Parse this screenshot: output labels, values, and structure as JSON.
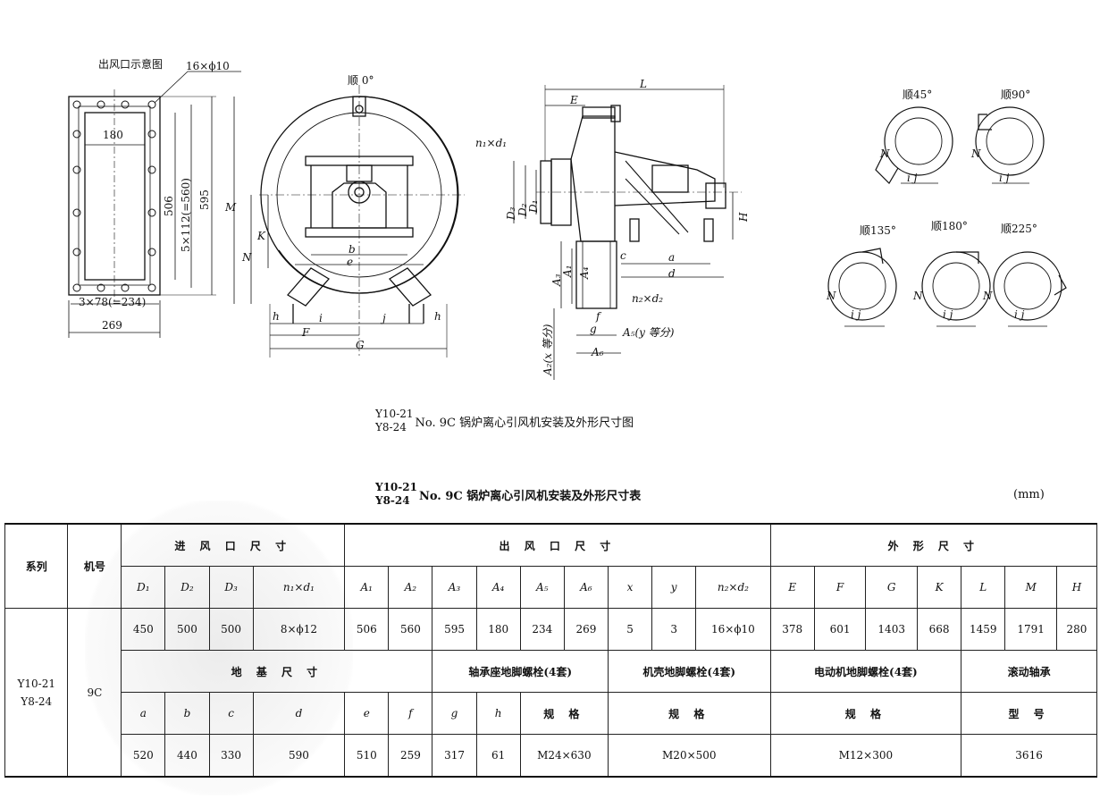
{
  "drawing": {
    "outlet_title": "出风口示意图",
    "hole_note": "16×ϕ10",
    "dim_180": "180",
    "dim_506": "506",
    "dim_5x112": "5×112(=560)",
    "dim_595": "595",
    "dim_3x78": "3×78(=234)",
    "dim_269": "269",
    "rot_0": "顺 0°",
    "rot_45": "顺45°",
    "rot_90": "顺90°",
    "rot_135": "顺135°",
    "rot_180": "顺180°",
    "rot_225": "顺225°",
    "sym_M": "M",
    "sym_N": "N",
    "sym_K": "K",
    "sym_b": "b",
    "sym_e": "e",
    "sym_h": "h",
    "sym_i": "i",
    "sym_j": "j",
    "sym_F": "F",
    "sym_G": "G",
    "sym_L": "L",
    "sym_E": "E",
    "sym_n1d1": "n₁×d₁",
    "sym_D1": "D₁",
    "sym_D2": "D₂",
    "sym_D3": "D₃",
    "sym_H": "H",
    "sym_a": "a",
    "sym_d": "d",
    "sym_c": "c",
    "sym_A1": "A₁",
    "sym_A3": "A₃",
    "sym_A4": "A₄",
    "sym_f": "f",
    "sym_g": "g",
    "sym_n2d2": "n₂×d₂",
    "sym_A5": "A₅(y 等分)",
    "sym_A6": "A₆",
    "sym_A2": "A₂(x 等分)",
    "sym_ij": "i   j"
  },
  "caption1": {
    "top": "Y10-21",
    "bottom": "Y8-24",
    "text": "No. 9C 锅炉离心引风机安装及外形尺寸图"
  },
  "caption2": {
    "top": "Y10-21",
    "bottom": "Y8-24",
    "text": "No. 9C 锅炉离心引风机安装及外形尺寸表"
  },
  "unit": "(mm)",
  "table": {
    "series_label": "系列",
    "model_label": "机号",
    "series_value_1": "Y10-21",
    "series_value_2": "Y8-24",
    "model_value": "9C",
    "group_inlet": "进 风 口 尺 寸",
    "group_outlet": "出 风 口 尺 寸",
    "group_outline": "外 形 尺 寸",
    "row1_headers": [
      "D₁",
      "D₂",
      "D₃",
      "n₁×d₁",
      "A₁",
      "A₂",
      "A₃",
      "A₄",
      "A₅",
      "A₆",
      "x",
      "y",
      "n₂×d₂",
      "E",
      "F",
      "G",
      "K",
      "L",
      "M",
      "H"
    ],
    "row1_values": [
      "450",
      "500",
      "500",
      "8×ϕ12",
      "506",
      "560",
      "595",
      "180",
      "234",
      "269",
      "5",
      "3",
      "16×ϕ10",
      "378",
      "601",
      "1403",
      "668",
      "1459",
      "1791",
      "280"
    ],
    "group_foundation": "地 基 尺 寸",
    "group_bearing_bolt": "轴承座地脚螺栓(4套)",
    "group_casing_bolt": "机壳地脚螺栓(4套)",
    "group_motor_bolt": "电动机地脚螺栓(4套)",
    "group_rolling": "滚动轴承",
    "row2_headers": [
      "a",
      "b",
      "c",
      "d",
      "e",
      "f",
      "g",
      "h"
    ],
    "spec_label": "规 格",
    "type_label": "型 号",
    "row2_values": [
      "520",
      "440",
      "330",
      "590",
      "510",
      "259",
      "317",
      "61"
    ],
    "bearing_bolt_value": "M24×630",
    "casing_bolt_value": "M20×500",
    "motor_bolt_value": "M12×300",
    "rolling_value": "3616"
  }
}
